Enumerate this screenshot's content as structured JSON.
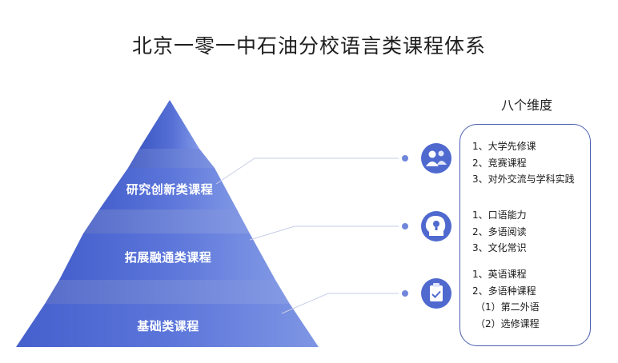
{
  "title": "北京一零一中石油分校语言类课程体系",
  "pyramid": {
    "tiers": [
      {
        "label": "研究创新类课程"
      },
      {
        "label": "拓展融通类课程"
      },
      {
        "label": "基础类课程"
      }
    ]
  },
  "colors": {
    "tier_light": "#7a90e2",
    "tier_mid": "#5470d6",
    "tier_dark": "#3f5ac6",
    "circle": "#4f69cf",
    "connector": "#c6cde6",
    "box_border": "#4a5fae"
  },
  "dimensions": {
    "heading": "八个维度",
    "groups": [
      {
        "icon": "people-icon",
        "items": [
          "1、大学先修课",
          "2、竞赛课程",
          "3、对外交流与学科实践"
        ]
      },
      {
        "icon": "head-lightbulb-icon",
        "items": [
          "1、口语能力",
          "2、多语阅读",
          "3、文化常识"
        ]
      },
      {
        "icon": "clipboard-check-icon",
        "items": [
          "1、英语课程",
          "2、多语种课程",
          "（1）第二外语",
          "（2）选修课程"
        ]
      }
    ]
  }
}
